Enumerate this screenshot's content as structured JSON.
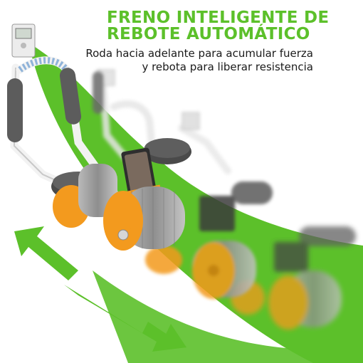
{
  "headline": {
    "title_line1": "FRENO INTELIGENTE DE",
    "title_line2": "REBOTE AUTOMÁTICO",
    "subtitle_line1": "Roda hacia adelante para acumular fuerza",
    "subtitle_line2": "y rebota para liberar resistencia"
  },
  "colors": {
    "brand_green": "#5cc02a",
    "wheel_orange": "#f39a1e",
    "wheel_gray": "#9a9a9a",
    "frame_white": "#f2f2f2"
  },
  "icons": {
    "forward_arrow": "arrow-down-right-icon",
    "back_arrow": "arrow-up-left-icon"
  }
}
